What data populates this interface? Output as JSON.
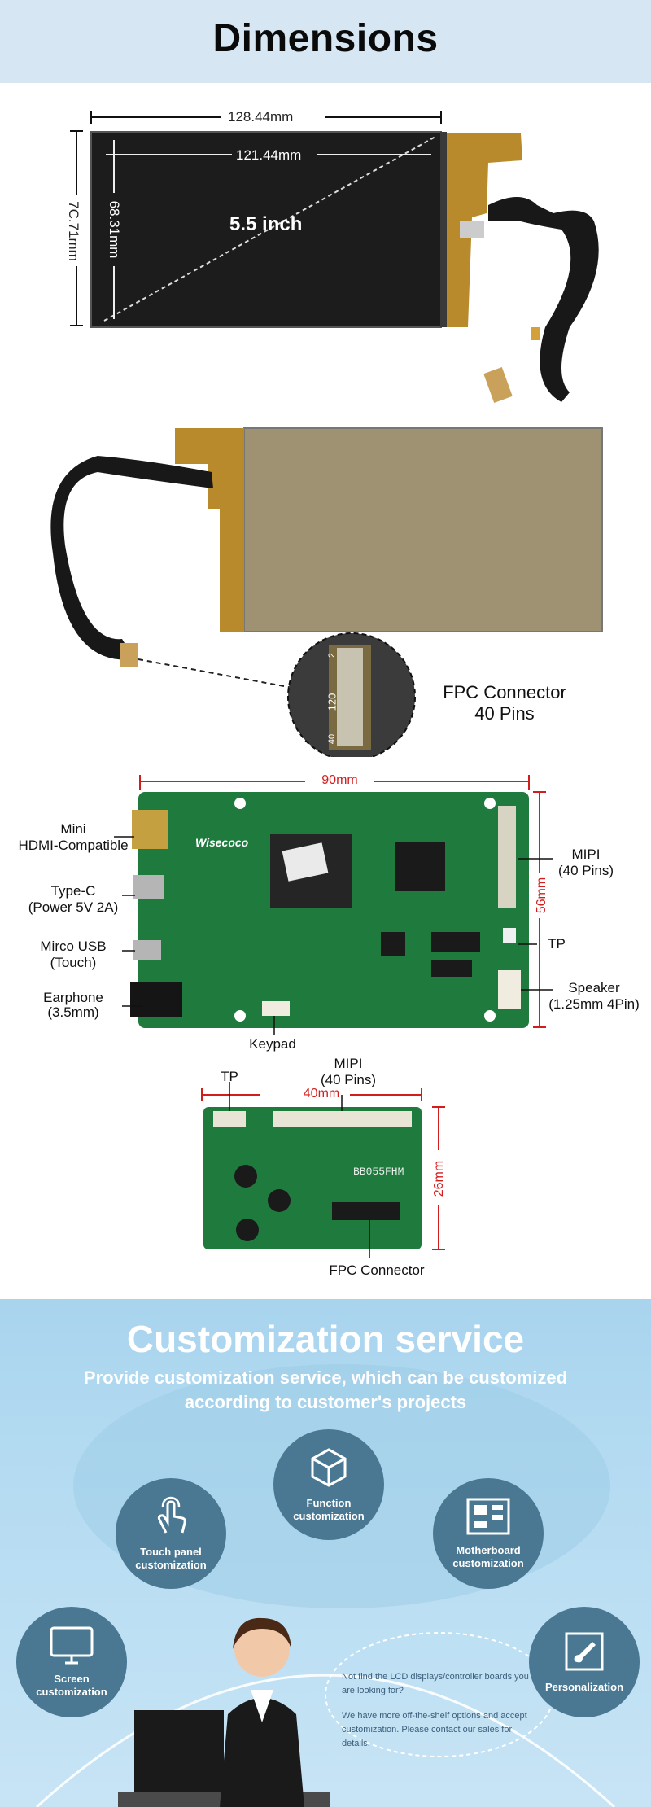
{
  "header": {
    "title": "Dimensions"
  },
  "lcd_front": {
    "outer_width": "128.44mm",
    "active_width": "121.44mm",
    "outer_height": "7C.71mm",
    "active_height": "68.31mm",
    "diagonal": "5.5 inch"
  },
  "lcd_back": {
    "connector_title": "FPC Connector",
    "connector_pins": "40 Pins",
    "marking": "120",
    "pin_left": "40",
    "pin_right": "2"
  },
  "board_large": {
    "brand": "Wisecoco",
    "width": "90mm",
    "height": "56mm",
    "labels": {
      "hdmi_1": "Mini",
      "hdmi_2": "HDMI-Compatible",
      "typec_1": "Type-C",
      "typec_2": "(Power 5V 2A)",
      "usb_1": "Mirco USB",
      "usb_2": "(Touch)",
      "ear_1": "Earphone",
      "ear_2": "(3.5mm)",
      "keypad": "Keypad",
      "mipi_1": "MIPI",
      "mipi_2": "(40 Pins)",
      "tp": "TP",
      "spk_1": "Speaker",
      "spk_2": "(1.25mm 4Pin)"
    }
  },
  "board_small": {
    "width": "40mm",
    "height": "26mm",
    "silk": "BB055FHM",
    "tp": "TP",
    "mipi_1": "MIPI",
    "mipi_2": "(40 Pins)",
    "fpc": "FPC Connector"
  },
  "custom": {
    "title": "Customization service",
    "subtitle": "Provide customization service, which can be customized according to customer's projects",
    "items": [
      {
        "label": "Function customization",
        "icon": "cube-icon"
      },
      {
        "label": "Touch panel customization",
        "icon": "touch-icon"
      },
      {
        "label": "Motherboard customization",
        "icon": "board-icon"
      },
      {
        "label": "Screen customization",
        "icon": "monitor-icon"
      },
      {
        "label": "Personalization",
        "icon": "brush-icon"
      }
    ],
    "note_1": "Not find the LCD displays/controller boards you are looking for?",
    "note_2": "We have more off-the-shelf options and accept customization. Please contact our sales for details."
  }
}
